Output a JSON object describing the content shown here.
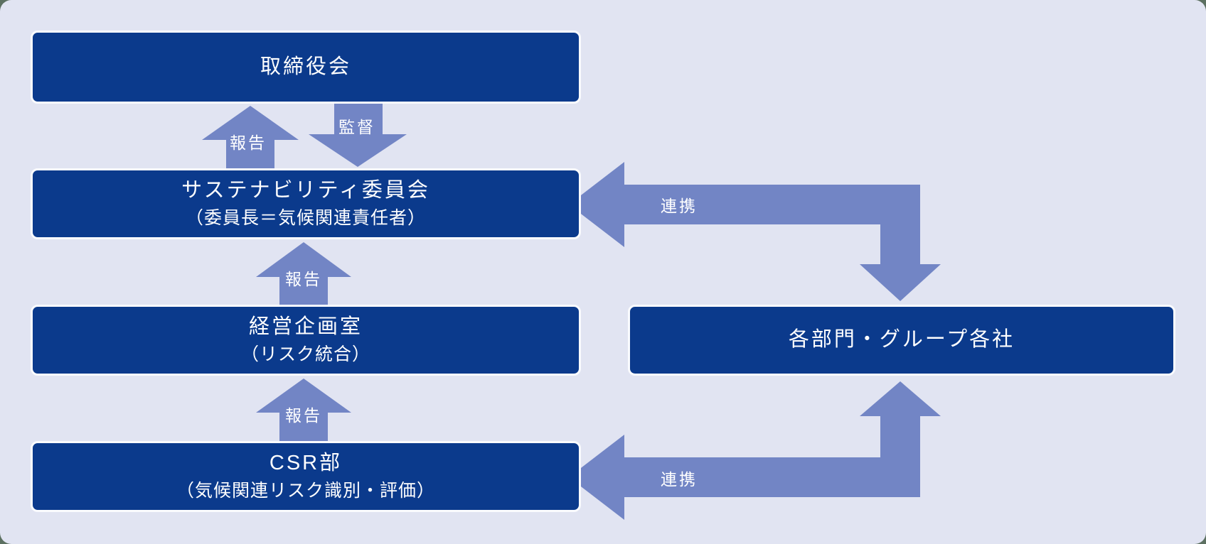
{
  "diagram": {
    "boxes": {
      "board": {
        "label": "取締役会"
      },
      "sustainability_committee": {
        "label": "サステナビリティ委員会",
        "sublabel": "（委員長＝気候関連責任者）"
      },
      "corporate_planning": {
        "label": "経営企画室",
        "sublabel": "（リスク統合）"
      },
      "csr_department": {
        "label": "CSR部",
        "sublabel": "（気候関連リスク識別・評価）"
      },
      "group_companies": {
        "label": "各部門・グループ各社"
      }
    },
    "arrow_labels": {
      "report_to_board": "報告",
      "supervise": "監督",
      "report_to_committee": "報告",
      "report_to_planning": "報告",
      "collaboration_top": "連携",
      "collaboration_bottom": "連携"
    },
    "colors": {
      "box_fill": "#0B3A8C",
      "box_border": "#FAFBFE",
      "arrow_fill": "#7285C5",
      "panel_background": "#E1E4F2",
      "backdrop": "#5C7061",
      "text": "#FFFFFF"
    }
  }
}
